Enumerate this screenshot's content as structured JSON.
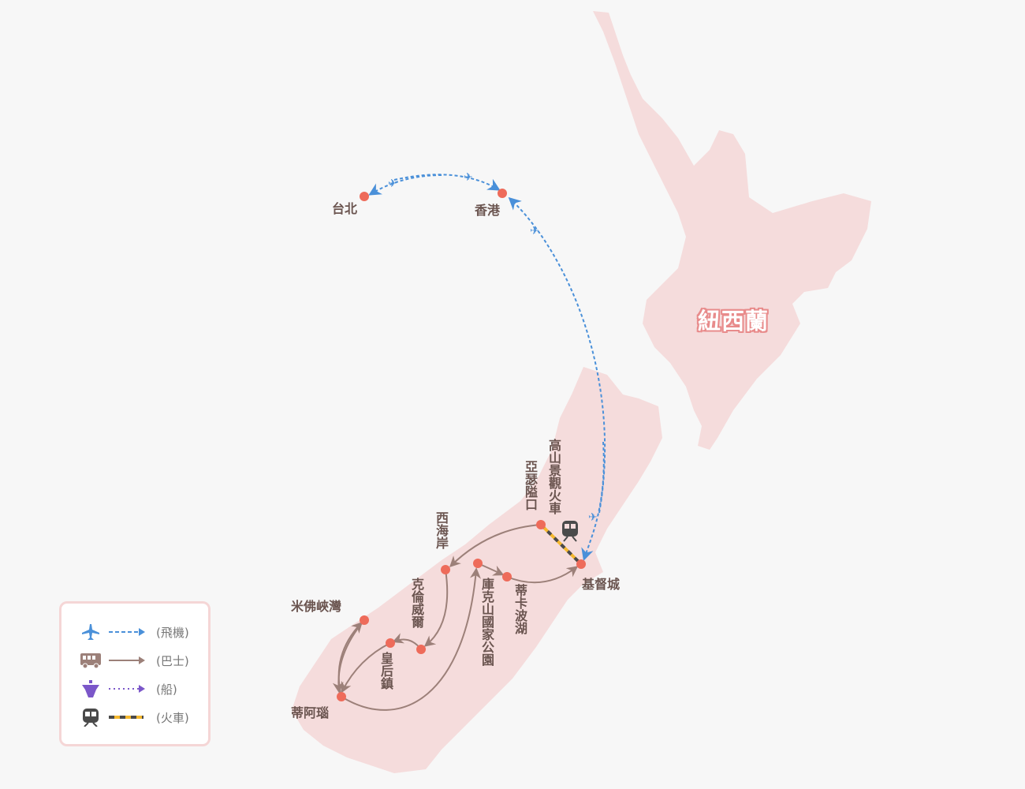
{
  "colors": {
    "land": "#f5dcdc",
    "stop": "#ee6b5a",
    "bus": "#9c8079",
    "plane": "#4a90d9",
    "ship": "#7b57c9",
    "train_dark": "#4a4a4a",
    "train_yellow": "#f5b82e"
  },
  "country_label": "紐西蘭",
  "places": {
    "taipei": "台北",
    "hongkong": "香港",
    "christchurch": "基督城",
    "arthurs_pass": "亞瑟隘口",
    "tranz_alpine": "高山景觀火車",
    "west_coast": "西海岸",
    "cromwell": "克倫威爾",
    "mount_cook": "庫克山國家公園",
    "tekapo": "蒂卡波湖",
    "milford": "米佛峽灣",
    "queenstown": "皇后鎮",
    "te_anau": "蒂阿瑙"
  },
  "legend": [
    {
      "icon": "airplane-icon",
      "label": "(飛機)"
    },
    {
      "icon": "bus-icon",
      "label": "(巴士)"
    },
    {
      "icon": "ship-icon",
      "label": "(船)"
    },
    {
      "icon": "train-icon",
      "label": "(火車)"
    }
  ]
}
